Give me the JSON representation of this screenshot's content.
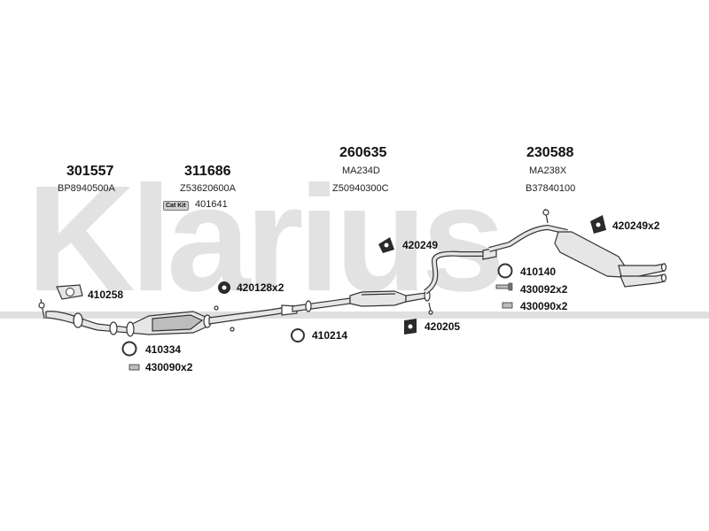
{
  "watermark": "Klarius",
  "assemblies": [
    {
      "part": "301557",
      "oem": "BP8940500A"
    },
    {
      "part": "311686",
      "oem": "Z53620600A",
      "kit_badge": "Cat Kit",
      "kit_part": "401641"
    },
    {
      "part": "260635",
      "oem_lines": [
        "MA234D",
        "Z50940300C"
      ]
    },
    {
      "part": "230588",
      "oem_lines": [
        "MA238X",
        "B37840100"
      ]
    }
  ],
  "parts": {
    "p410258": "410258",
    "p410334": "410334",
    "p430090_front": "430090x2",
    "p420128": "420128x2",
    "p410214": "410214",
    "p420249": "420249",
    "p420205": "420205",
    "p420249_rear": "420249x2",
    "p410140": "410140",
    "p430092": "430092x2",
    "p430090_rear": "430090x2"
  },
  "colors": {
    "line": "#333333",
    "fill": "#e6e6e6",
    "dark": "#2a2a2a",
    "watermark": "#e2e2e2",
    "bar": "#e0e0e0"
  }
}
